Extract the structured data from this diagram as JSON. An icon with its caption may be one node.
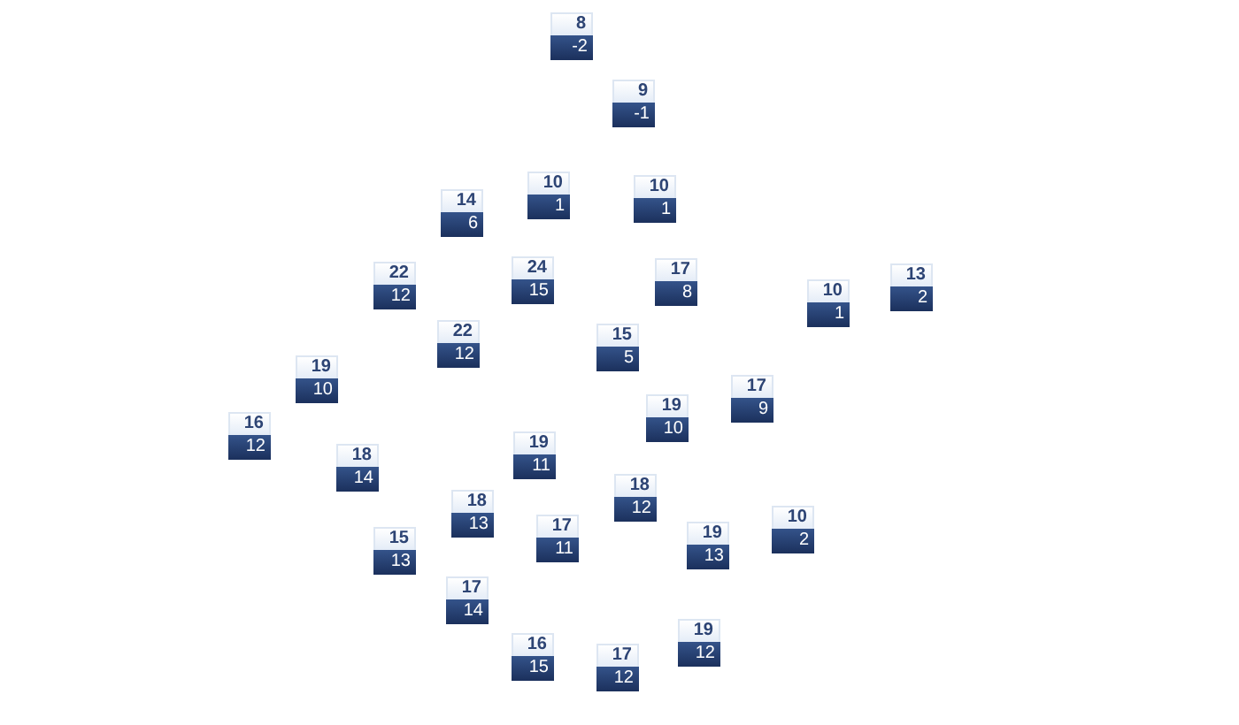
{
  "diagram": {
    "nodes": [
      {
        "text": [
          "8",
          "-2"
        ]
      },
      {
        "text": [
          "9",
          "-1"
        ]
      },
      {
        "text": [
          "10",
          "1"
        ]
      },
      {
        "text": [
          "10",
          "1"
        ]
      },
      {
        "text": [
          "14",
          "6"
        ]
      },
      {
        "text": [
          "22",
          "12"
        ]
      },
      {
        "text": [
          "24",
          "15"
        ]
      },
      {
        "text": [
          "17",
          "8"
        ]
      },
      {
        "text": [
          "10",
          "1"
        ]
      },
      {
        "text": [
          "13",
          "2"
        ]
      },
      {
        "text": [
          "22",
          "12"
        ]
      },
      {
        "text": [
          "15",
          "5"
        ]
      },
      {
        "text": [
          "19",
          "10"
        ]
      },
      {
        "text": [
          "17",
          "9"
        ]
      },
      {
        "text": [
          "19",
          "10"
        ]
      },
      {
        "text": [
          "16",
          "12"
        ]
      },
      {
        "text": [
          "19",
          "11"
        ]
      },
      {
        "text": [
          "18",
          "14"
        ]
      },
      {
        "text": [
          "18",
          "12"
        ]
      },
      {
        "text": [
          "18",
          "13"
        ]
      },
      {
        "text": [
          "17",
          "11"
        ]
      },
      {
        "text": [
          "10",
          "2"
        ]
      },
      {
        "text": [
          "19",
          "13"
        ]
      },
      {
        "text": [
          "15",
          "13"
        ]
      },
      {
        "text": [
          "17",
          "14"
        ]
      },
      {
        "text": [
          "19",
          "12"
        ]
      },
      {
        "text": [
          "16",
          "15"
        ]
      },
      {
        "text": [
          "17",
          "12"
        ]
      }
    ]
  }
}
